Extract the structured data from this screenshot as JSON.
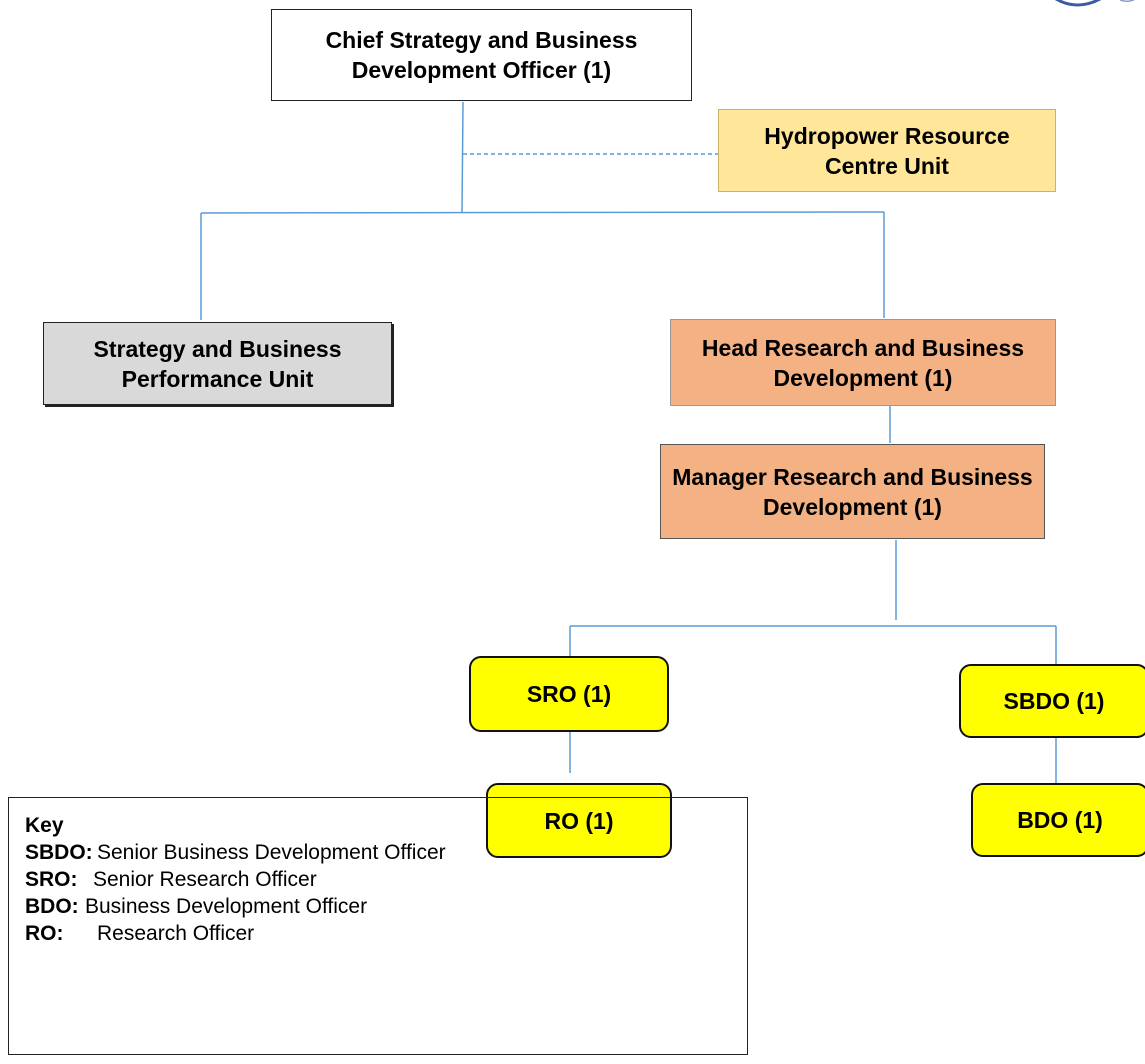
{
  "nodes": {
    "chief": "Chief Strategy and Business Development Officer (1)",
    "hydropower": "Hydropower Resource Centre Unit",
    "strategy": "Strategy and Business Performance Unit",
    "head": "Head Research and Business Development (1)",
    "manager": "Manager Research and Business Development (1)",
    "sro": "SRO (1)",
    "sbdo": "SBDO (1)",
    "ro": "RO (1)",
    "bdo": "BDO (1)"
  },
  "colors": {
    "connector": "#5b9bd5",
    "hydropower_fill": "#ffe699",
    "strategy_fill": "#d9d9d9",
    "research_fill": "#f4b183",
    "staff_fill": "#ffff00"
  },
  "key": {
    "title": "Key",
    "entries": [
      {
        "abbr": "SBDO:",
        "definition": "Senior Business Development Officer"
      },
      {
        "abbr": "SRO:",
        "definition": "Senior Research Officer"
      },
      {
        "abbr": "BDO:",
        "definition": "Business Development Officer"
      },
      {
        "abbr": "RO:",
        "definition": "Research Officer"
      }
    ]
  }
}
